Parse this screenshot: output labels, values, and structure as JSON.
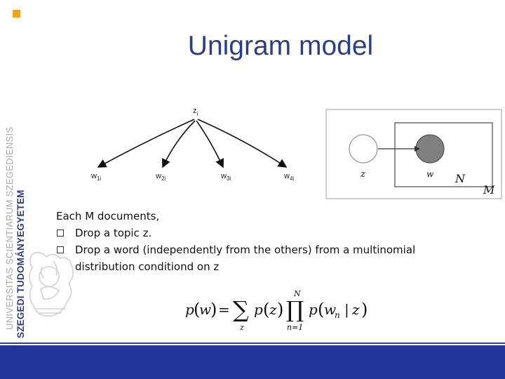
{
  "slide": {
    "title": "Unigram model"
  },
  "branding": {
    "university_name": "SZEGEDI TUDOMÁNYEGYETEM",
    "latin_name": "UNIVERSITAS SCIENTIARUM SZEGEDIENSIS",
    "accent_color": "#f0a31f",
    "brand_color": "#2c3f86",
    "footer_color": "#23349a"
  },
  "graph": {
    "root": {
      "base": "z",
      "sub": "i"
    },
    "children": [
      {
        "base": "w",
        "sub": "1i"
      },
      {
        "base": "w",
        "sub": "2i"
      },
      {
        "base": "w",
        "sub": "3i"
      },
      {
        "base": "w",
        "sub": "4i"
      }
    ]
  },
  "plate": {
    "z_label": "z",
    "w_label": "w",
    "inner_plate": "N",
    "outer_plate": "M"
  },
  "body": {
    "intro": "Each M documents,",
    "bullets": [
      "Drop a topic z.",
      "Drop a word (independently from the others) from a multinomial distribution conditiond on z"
    ]
  },
  "formula": {
    "p": "p",
    "w": "w",
    "z": "z",
    "eq": "=",
    "sum_symbol": "∑",
    "prod_symbol": "∏",
    "sum_index": "z",
    "prod_lower": "n=1",
    "prod_upper": "N",
    "wn_base": "w",
    "wn_sub": "n",
    "cond_bar": "|"
  }
}
